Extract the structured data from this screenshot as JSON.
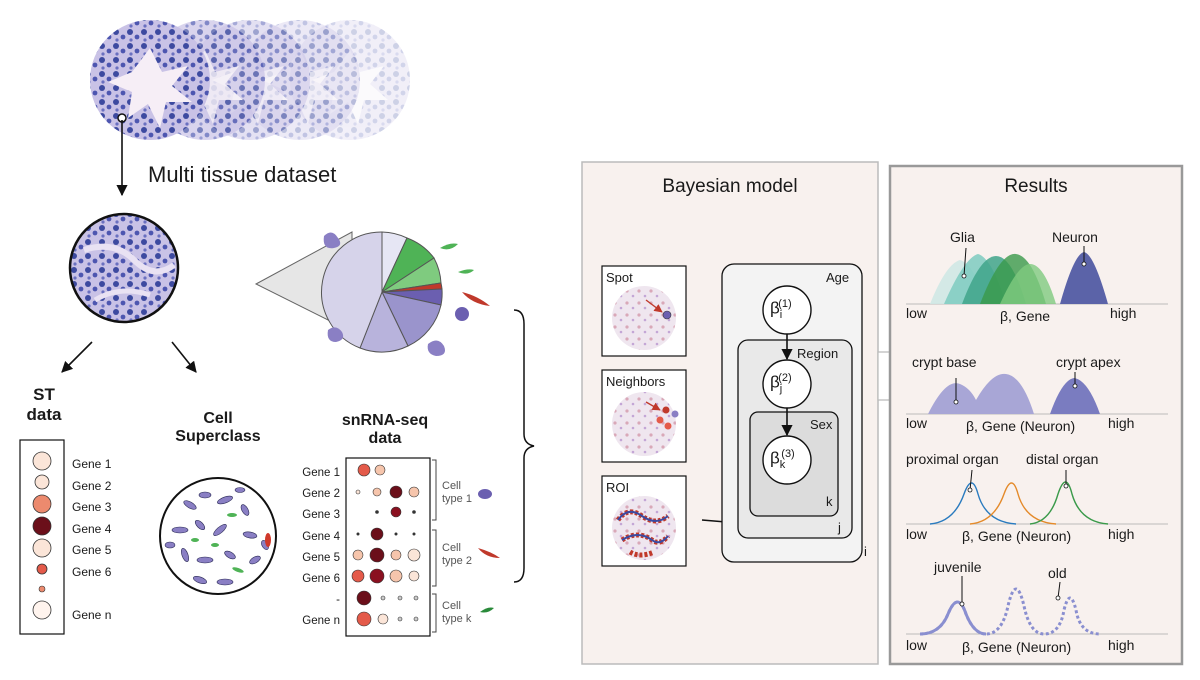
{
  "dataset_label": "Multi tissue dataset",
  "st": {
    "title_line1": "ST",
    "title_line2": "data",
    "genes": [
      "Gene 1",
      "Gene 2",
      "Gene 3",
      "Gene 4",
      "Gene 5",
      "Gene 6",
      "Gene n"
    ]
  },
  "superclass": {
    "title_line1": "Cell",
    "title_line2": "Superclass"
  },
  "snrna": {
    "title_line1": "snRNA-seq",
    "title_line2": "data",
    "rows": [
      "Gene 1",
      "Gene 2",
      "Gene 3",
      "Gene 4",
      "Gene 5",
      "Gene 6",
      "",
      "Gene n"
    ],
    "groups": [
      {
        "line1": "Cell",
        "line2": "type 1"
      },
      {
        "line1": "Cell",
        "line2": "type 2"
      },
      {
        "line1": "Cell",
        "line2": "type k"
      }
    ]
  },
  "model": {
    "title": "Bayesian model",
    "inputs": [
      "Spot",
      "Neighbors",
      "ROI"
    ],
    "plates": {
      "age": "Age",
      "region": "Region",
      "sex": "Sex",
      "i": "i",
      "j": "j",
      "k": "k"
    },
    "nodes": [
      {
        "base": "β",
        "sub": "i",
        "sup": "(1)"
      },
      {
        "base": "β",
        "sub": "j",
        "sup": "(2)"
      },
      {
        "base": "β",
        "sub": "k",
        "sup": "(3)"
      }
    ]
  },
  "results": {
    "title": "Results",
    "panels": [
      {
        "labels": [
          "Glia",
          "Neuron"
        ],
        "low": "low",
        "axis": "β, Gene",
        "high": "high"
      },
      {
        "labels": [
          "crypt base",
          "crypt apex"
        ],
        "low": "low",
        "axis": "β, Gene (Neuron)",
        "high": "high"
      },
      {
        "labels": [
          "proximal organ",
          "distal organ"
        ],
        "low": "low",
        "axis": "β, Gene (Neuron)",
        "high": "high"
      },
      {
        "labels": [
          "juvenile",
          "old"
        ],
        "low": "low",
        "axis": "β, Gene (Neuron)",
        "high": "high"
      }
    ]
  },
  "colors": {
    "tissue": "#8a7fc4",
    "tissue_dark": "#2c3a8c",
    "panel_bg": "#f8f1ee",
    "neuron": "#5b63a8",
    "glia": "#3fa58a",
    "proximal": "#2a7bbf",
    "mid": "#e48a2a",
    "distal": "#3a9a4a",
    "dot_dark": "#6b0f1a"
  }
}
